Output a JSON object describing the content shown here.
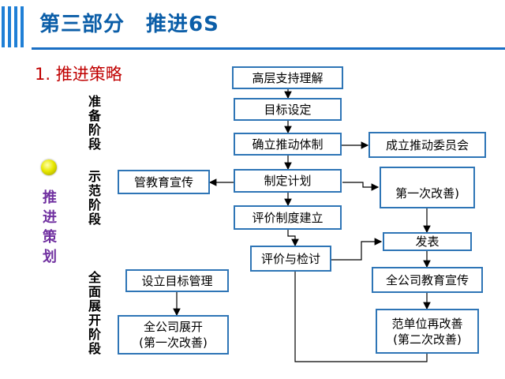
{
  "header": {
    "title": "第三部分　推进6S"
  },
  "subtitle": "1. 推进策略",
  "stages": {
    "prepare": "准备阶段",
    "demo": "示范阶段",
    "full": "全面展开阶段"
  },
  "side_label": "推进策划",
  "boxes": {
    "top_support": "高层支持理解",
    "goal_setting": "目标设定",
    "establish_system": "确立推动体制",
    "committee": "成立推动委员会",
    "plan": "制定计划",
    "education_pr": "管教育宣传",
    "first_improve_short": "第一次改善)",
    "evaluation_system": "评价制度建立",
    "evaluate_review": "评价与检讨",
    "publish": "发表",
    "company_education": "全公司教育宣传",
    "set_goal_mgmt": "设立目标管理",
    "company_rollout_l1": "全公司展开",
    "company_rollout_l2": "(第一次改善)",
    "model_unit_l1": "范单位再改善",
    "model_unit_l2": "(第二次改善)"
  },
  "colors": {
    "title": "#0b5ea8",
    "subtitle": "#c00000",
    "box_border": "#2e75b6",
    "side_label": "#7030a0"
  }
}
